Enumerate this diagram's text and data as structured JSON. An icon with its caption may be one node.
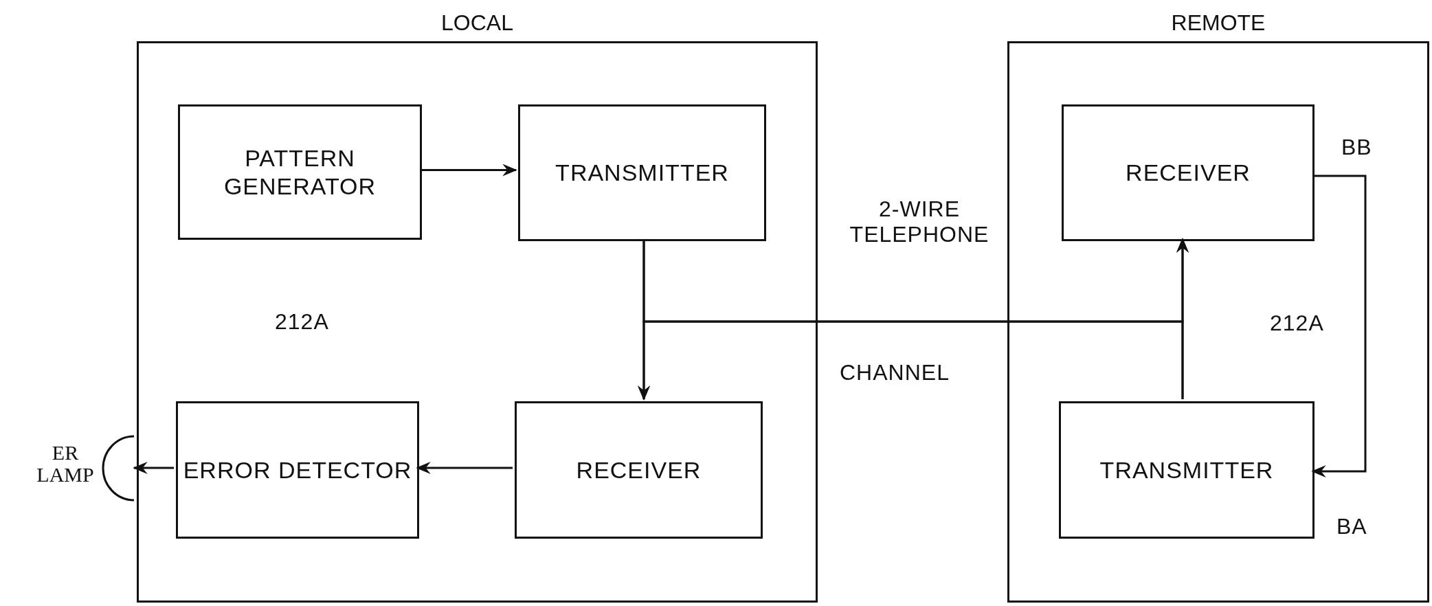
{
  "diagram": {
    "nodes": [
      {
        "text": [
          "LOCAL"
        ]
      },
      {
        "text": [
          "PATTERN GENERATOR"
        ],
        "in": 0
      },
      {
        "text": [
          "TRANSMITTER"
        ],
        "in": 0
      },
      {
        "text": [
          "ERROR DETECTOR"
        ],
        "in": 0
      },
      {
        "text": [
          "RECEIVER"
        ],
        "in": 0
      },
      {
        "text": [
          "REMOTE"
        ]
      },
      {
        "text": [
          "RECEIVER"
        ],
        "in": 5
      },
      {
        "text": [
          "TRANSMITTER"
        ],
        "in": 5
      },
      {
        "text": [],
        "shape": "circle",
        "beside": [
          "ER LAMP"
        ]
      }
    ],
    "edges": [
      {
        "from": 1,
        "to": 2,
        "arrow": "to"
      },
      {
        "from": 2,
        "to": 4,
        "arrow": "to"
      },
      {
        "from": 2,
        "to": 6,
        "arrow": "to"
      },
      {
        "from": 7,
        "to": 6,
        "arrow": "to"
      },
      {
        "from": 7,
        "to": 4,
        "arrow": "to"
      },
      {
        "from": 6,
        "to": 7,
        "arrow": "to"
      },
      {
        "from": 4,
        "to": 3,
        "arrow": "to"
      },
      {
        "from": 3,
        "to": 8,
        "arrow": "to"
      }
    ],
    "labels": [
      "212A",
      "2-WIRE TELEPHONE",
      "CHANNEL",
      "BB",
      "212A",
      "BA"
    ]
  }
}
